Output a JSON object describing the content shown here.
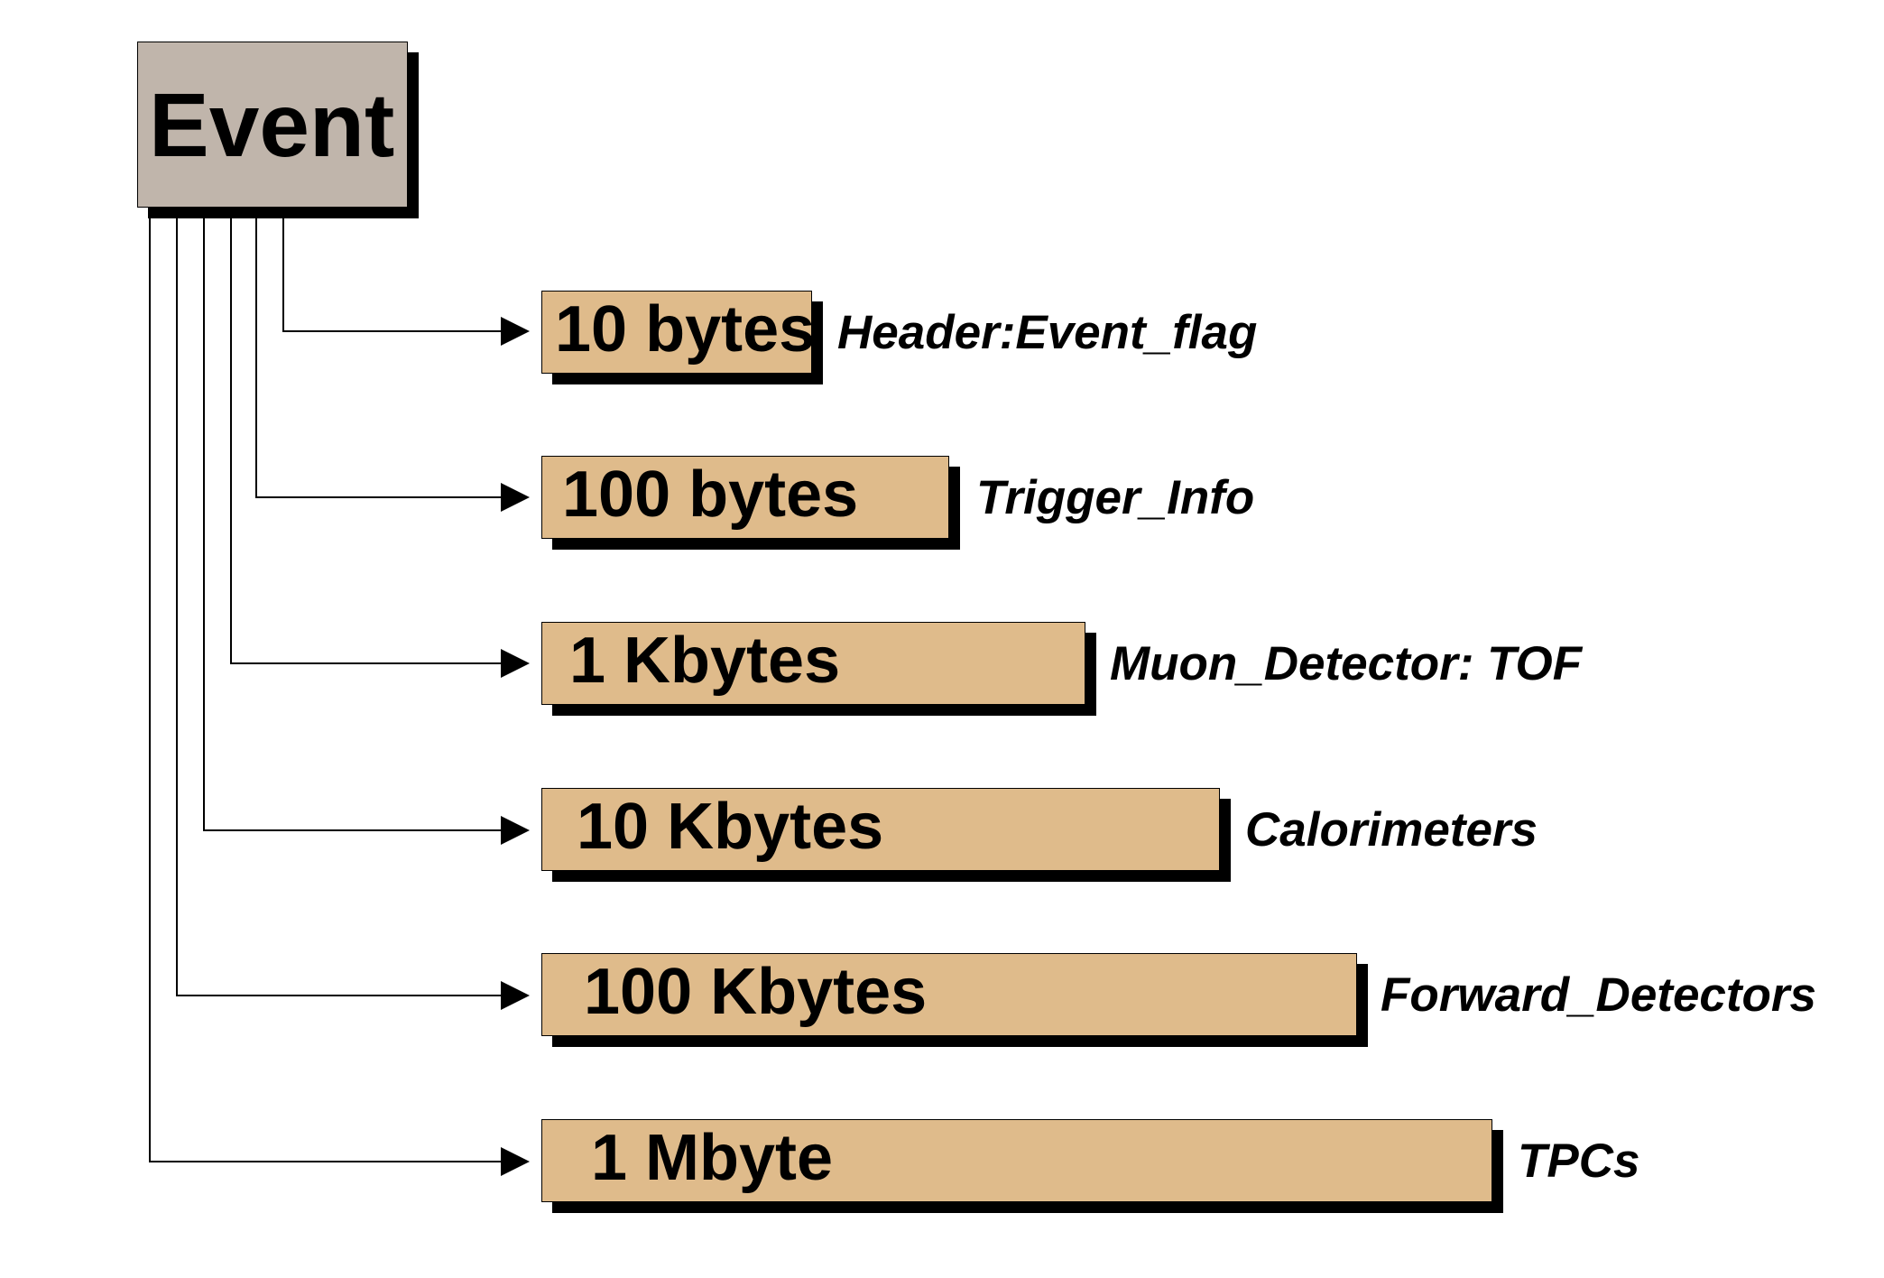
{
  "root": {
    "label": "Event"
  },
  "components": [
    {
      "size": "10 bytes",
      "name": "Header:Event_flag"
    },
    {
      "size": "100 bytes",
      "name": "Trigger_Info"
    },
    {
      "size": "1 Kbytes",
      "name": "Muon_Detector: TOF"
    },
    {
      "size": "10 Kbytes",
      "name": "Calorimeters"
    },
    {
      "size": "100 Kbytes",
      "name": "Forward_Detectors"
    },
    {
      "size": "1 Mbyte",
      "name": "TPCs"
    }
  ],
  "colors": {
    "root_fill": "#c0b5ab",
    "box_fill": "#dfbb8b",
    "shadow": "#000000",
    "line": "#000000"
  }
}
